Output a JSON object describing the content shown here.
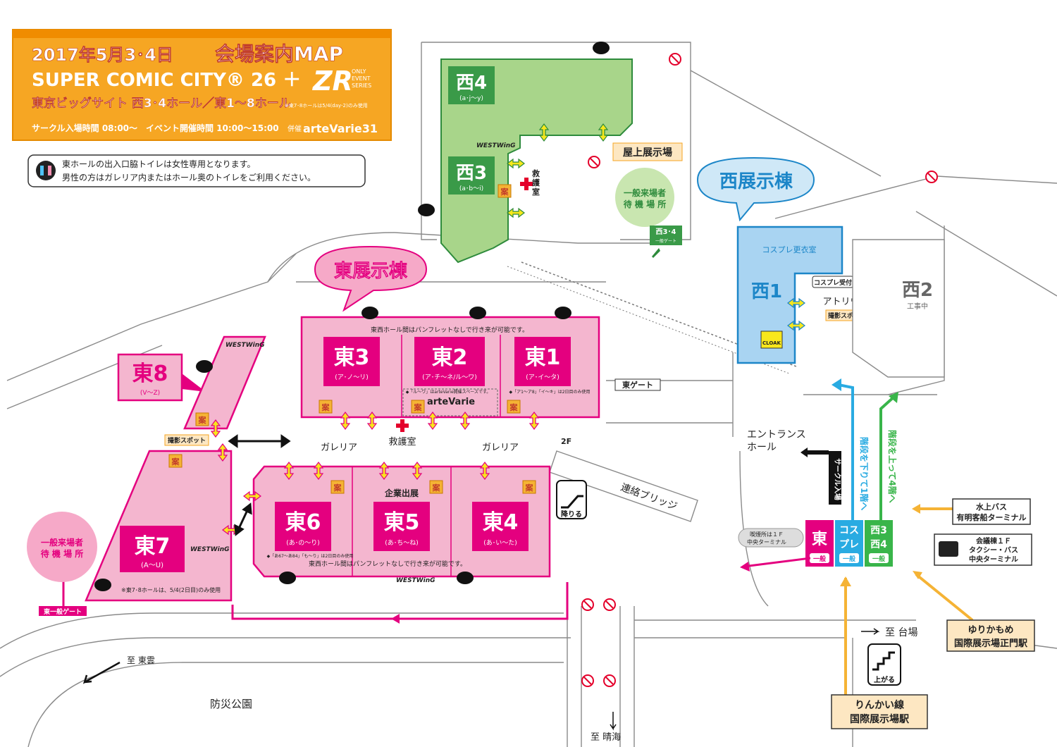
{
  "header": {
    "date": "2017年5月3･4日",
    "map_title": "会場案内MAP",
    "event_name": "SUPER COMIC CITY® 26 ＋",
    "zr_logo": "ZR",
    "zr_sub1": "ONLY",
    "zr_sub2": "EVENT",
    "zr_sub3": "SERIES",
    "venue": "東京ビッグサイト 西3･4ホール／東1～8ホール",
    "venue_note": "※東7･8ホールは5/4(day-2)のみ使用",
    "times": "サークル入場時間 08:00～　イベント開催時間 10:00～15:00",
    "organizer_label": "併催",
    "organizer": "arteVarie31"
  },
  "notice": {
    "line1": "東ホールの出入口脇トイレは女性専用となります。",
    "line2": "男性の方はガレリア内またはホール奥のトイレをご利用ください。"
  },
  "buildings": {
    "east": "東展示棟",
    "west": "西展示棟"
  },
  "halls": {
    "w4": {
      "name": "西4",
      "sub": "(a･j～y)"
    },
    "w3": {
      "name": "西3",
      "sub": "(a･b～i)"
    },
    "w1": {
      "name": "西1",
      "sub": "コスプレ更衣室"
    },
    "w2": {
      "name": "西2",
      "sub": "工事中"
    },
    "e1": {
      "name": "東1",
      "sub": "(ア･イ～タ)"
    },
    "e2": {
      "name": "東2",
      "sub": "(ア･チ～ネ/ル～ワ)"
    },
    "e3": {
      "name": "東3",
      "sub": "(ア･ノ～リ)"
    },
    "e4": {
      "name": "東4",
      "sub": "(あ･い～た)"
    },
    "e5": {
      "name": "東5",
      "sub": "(あ･ち～ね)"
    },
    "e6": {
      "name": "東6",
      "sub": "(あ･の～り)"
    },
    "e7": {
      "name": "東7",
      "sub": "(A～U)"
    },
    "e8": {
      "name": "東8",
      "sub": "(V～Z)"
    }
  },
  "labels": {
    "rooftop": "屋上展示場",
    "first_aid": "救護室",
    "first_aid_v": "救護室",
    "galleria": "ガレリア",
    "kigyo": "企業出展",
    "artevarie": "arteVarie",
    "artevarie_note": "◆「ル～ワ」はarteVarie開催スペースです。",
    "e1_note": "◆「ア1～ア8」「イ～キ」は2日目のみ使用",
    "e6_note": "◆「あ67～あ84」「も～り」は2日目のみ使用",
    "east_top_note": "東西ホール間はパンフレットなしで行き来が可能です。",
    "east_bottom_note": "東西ホール間はパンフレットなしで行き来が可能です。",
    "e78_note": "※東7･8ホールは、5/4(2日目)のみ使用",
    "east_gate": "東ゲート",
    "entrance_hall_1": "エントランス",
    "entrance_hall_2": "ホール",
    "bridge": "連絡ブリッジ",
    "atrium": "アトリウム",
    "photo_spot": "撮影スポット",
    "photo_spot_e": "撮影スポット",
    "cosplay_reception": "コスプレ受付",
    "cloak": "CLOAK",
    "w34_gate_1": "西3･4",
    "w34_gate_2": "一般ゲート",
    "waiting_w_1": "一般来場者",
    "waiting_w_2": "待 機 場 所",
    "waiting_e_1": "一般来場者",
    "waiting_e_2": "待 機 場 所",
    "east_general_gate": "東一般ゲート",
    "circle_entry": "サークル入場",
    "down_to_1f": "階段を下りて1階へ",
    "up_to_4f": "階段を上って4階へ",
    "smoking_1": "喫煙所は１Ｆ",
    "smoking_2": "中央ターミナル",
    "to_daiba": "至 台場",
    "to_shinonome": "至 東雲",
    "to_harumi": "至 晴海",
    "bosai_park": "防災公園",
    "rinkai_1": "りんかい線",
    "rinkai_2": "国際展示場駅",
    "yurikamome_1": "ゆりかもめ",
    "yurikamome_2": "国際展示場正門駅",
    "water_bus_1": "水上バス",
    "water_bus_2": "有明客船ターミナル",
    "bus_1": "会議棟１Ｆ",
    "bus_2": "タクシー・バス",
    "bus_3": "中央ターミナル",
    "go_up": "上がる",
    "go_down": "降りる",
    "two_f": "2F",
    "westwing": "WESTWinG",
    "annai": "案"
  },
  "queues": {
    "east_1": "東",
    "east_2": "一般",
    "cos_1": "コス",
    "cos_2": "プレ",
    "cos_3": "一般",
    "west_1": "西3",
    "west_2": "西4",
    "west_3": "一般"
  },
  "colors": {
    "pink_hall": "#f4b6cf",
    "pink_dark": "#e4007f",
    "green_hall": "#a8d58a",
    "green_dark": "#2e8b3c",
    "blue_hall": "#a9d4f2",
    "blue_dark": "#1c86c8",
    "orange_header": "#f6a623",
    "yellow": "#f5b335"
  }
}
